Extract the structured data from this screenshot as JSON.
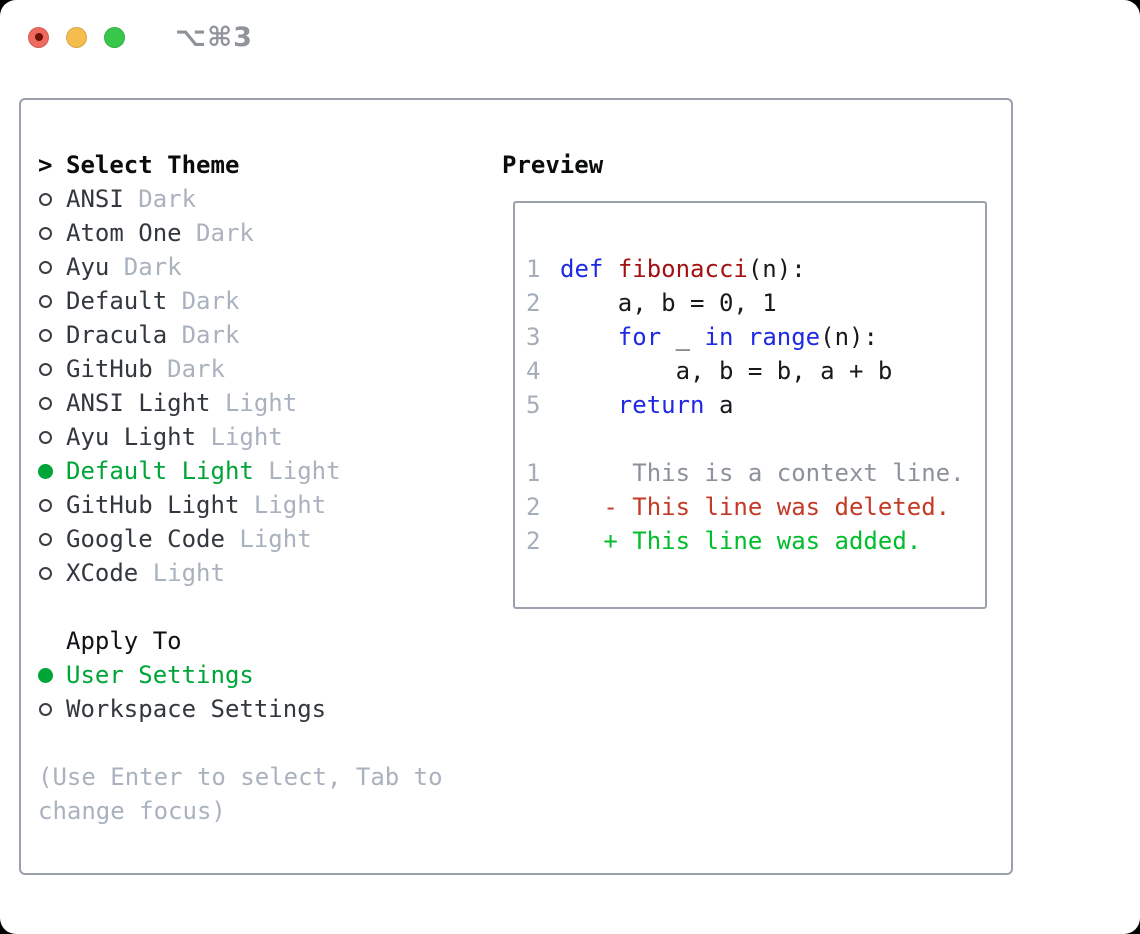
{
  "window": {
    "shortcut_label": "⌥⌘3",
    "traffic_lights": [
      "close",
      "minimize",
      "zoom"
    ]
  },
  "colors": {
    "selected_green": "#00a538",
    "added_green": "#00bd2c",
    "deleted_red": "#c43a28",
    "keyword_blue": "#1d29e3",
    "function_red": "#a31212",
    "muted_gray": "#a9b2be",
    "border_gray": "#9aa1ac"
  },
  "theme_picker": {
    "header": "Select Theme",
    "cursor": ">",
    "items": [
      {
        "label": "ANSI",
        "tag": "Dark",
        "selected": false
      },
      {
        "label": "Atom One",
        "tag": "Dark",
        "selected": false
      },
      {
        "label": "Ayu",
        "tag": "Dark",
        "selected": false
      },
      {
        "label": "Default",
        "tag": "Dark",
        "selected": false
      },
      {
        "label": "Dracula",
        "tag": "Dark",
        "selected": false
      },
      {
        "label": "GitHub",
        "tag": "Dark",
        "selected": false
      },
      {
        "label": "ANSI Light",
        "tag": "Light",
        "selected": false
      },
      {
        "label": "Ayu Light",
        "tag": "Light",
        "selected": false
      },
      {
        "label": "Default Light",
        "tag": "Light",
        "selected": true
      },
      {
        "label": "GitHub Light",
        "tag": "Light",
        "selected": false
      },
      {
        "label": "Google Code",
        "tag": "Light",
        "selected": false
      },
      {
        "label": "XCode",
        "tag": "Light",
        "selected": false
      }
    ]
  },
  "apply_to": {
    "header": "Apply To",
    "options": [
      {
        "label": "User Settings",
        "selected": true
      },
      {
        "label": "Workspace Settings",
        "selected": false
      }
    ]
  },
  "hint_lines": [
    "(Use Enter to select, Tab to",
    "change focus)"
  ],
  "preview": {
    "header": "Preview",
    "code_lines": [
      {
        "num": "1",
        "tokens": [
          [
            "kw",
            "def"
          ],
          [
            "pl",
            " "
          ],
          [
            "fn",
            "fibonacci"
          ],
          [
            "pl",
            "(n):"
          ]
        ]
      },
      {
        "num": "2",
        "tokens": [
          [
            "pl",
            "    a, b = 0, 1"
          ]
        ]
      },
      {
        "num": "3",
        "tokens": [
          [
            "pl",
            "    "
          ],
          [
            "kw",
            "for"
          ],
          [
            "pl",
            " _ "
          ],
          [
            "kw",
            "in"
          ],
          [
            "pl",
            " "
          ],
          [
            "kw",
            "range"
          ],
          [
            "pl",
            "(n):"
          ]
        ]
      },
      {
        "num": "4",
        "tokens": [
          [
            "pl",
            "        a, b = b, a + b"
          ]
        ]
      },
      {
        "num": "5",
        "tokens": [
          [
            "pl",
            "    "
          ],
          [
            "kw",
            "return"
          ],
          [
            "pl",
            " a"
          ]
        ]
      }
    ],
    "diff_lines": [
      {
        "num": "1",
        "type": "context",
        "text": "     This is a context line."
      },
      {
        "num": "2",
        "type": "deleted",
        "text": "   - This line was deleted."
      },
      {
        "num": "2",
        "type": "added",
        "text": "   + This line was added."
      }
    ]
  }
}
